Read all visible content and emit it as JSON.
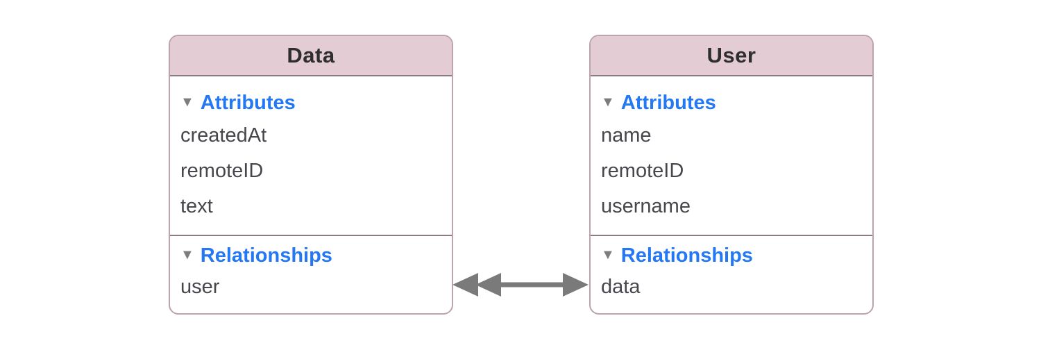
{
  "icons": {
    "disclosure_triangle": "▼"
  },
  "colors": {
    "header_fill": "#e3ccd4",
    "card_border": "#bda3ad",
    "divider": "#8e7a84",
    "title_text": "#2e2d30",
    "section_label_text": "#2478f4",
    "row_text": "#48464c",
    "disclosure_triangle": "#7d7d7d",
    "arrow": "#7a7a7a",
    "background": "#ffffff"
  },
  "entities": [
    {
      "title": "Data",
      "sections": [
        {
          "label": "Attributes",
          "rows": [
            "createdAt",
            "remoteID",
            "text"
          ]
        },
        {
          "label": "Relationships",
          "rows": [
            "user"
          ]
        }
      ]
    },
    {
      "title": "User",
      "sections": [
        {
          "label": "Attributes",
          "rows": [
            "name",
            "remoteID",
            "username"
          ]
        },
        {
          "label": "Relationships",
          "rows": [
            "data"
          ]
        }
      ]
    }
  ],
  "connection": {
    "left_entity": "Data",
    "left_row": "user",
    "left_arrowhead": "to-many-double",
    "right_entity": "User",
    "right_row": "data",
    "right_arrowhead": "to-one-single"
  }
}
